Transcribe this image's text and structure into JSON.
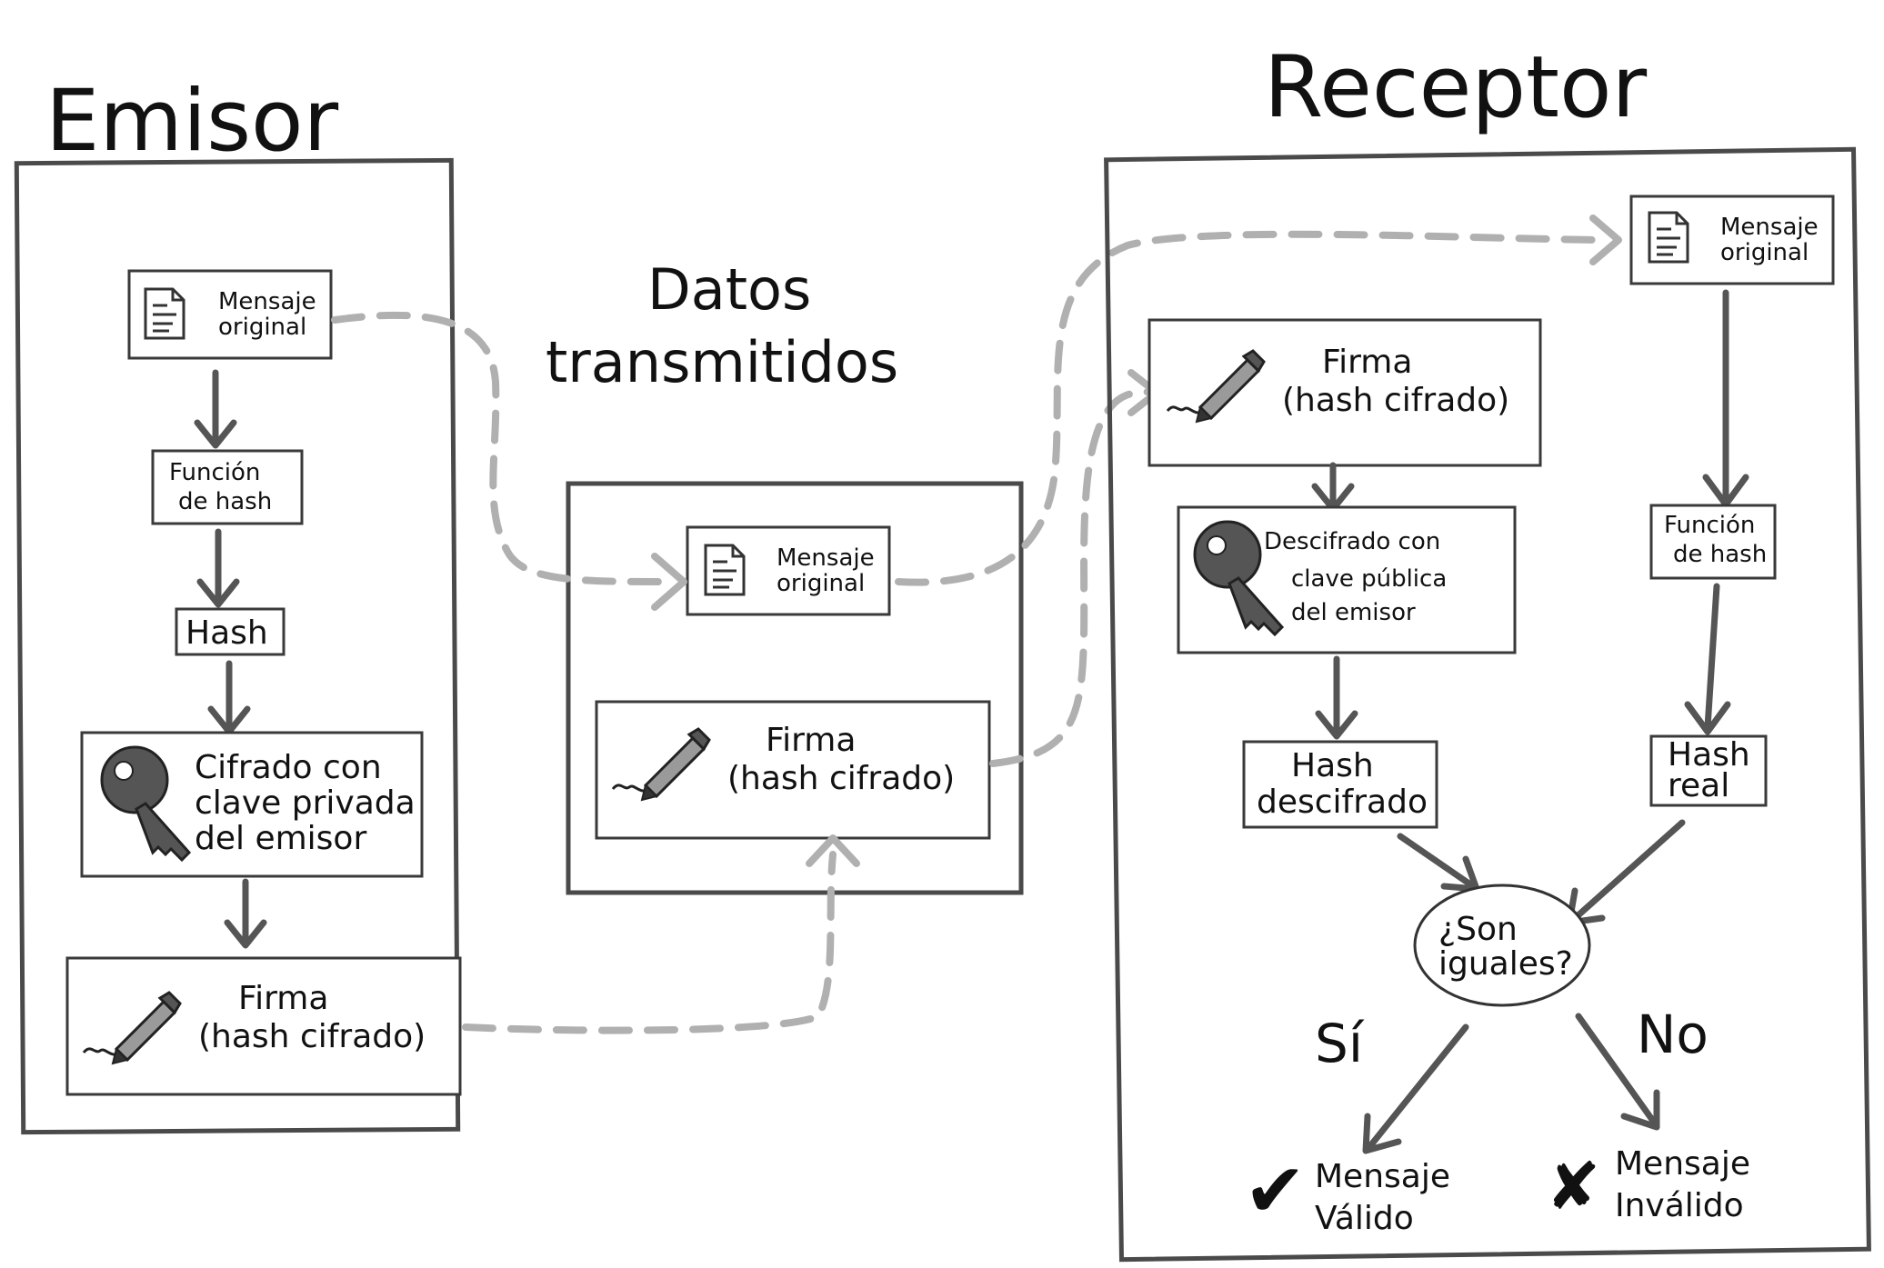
{
  "sender": {
    "title": "Emisor",
    "message": [
      "Mensaje",
      "original"
    ],
    "hash_function": [
      "Función",
      "de hash"
    ],
    "hash": "Hash",
    "encrypt": [
      "Cifrado con",
      "clave privada",
      "del emisor"
    ],
    "signature": [
      "Firma",
      "(hash cifrado)"
    ]
  },
  "transmitted": {
    "title": [
      "Datos",
      "transmitidos"
    ],
    "message": [
      "Mensaje",
      "original"
    ],
    "signature": [
      "Firma",
      "(hash cifrado)"
    ]
  },
  "receiver": {
    "title": "Receptor",
    "message": [
      "Mensaje",
      "original"
    ],
    "signature": [
      "Firma",
      "(hash cifrado)"
    ],
    "decrypt": [
      "Descifrado con",
      "clave pública",
      "del emisor"
    ],
    "decrypted_hash": [
      "Hash",
      "descifrado"
    ],
    "hash_function": [
      "Función",
      "de hash"
    ],
    "real_hash": [
      "Hash",
      "real"
    ],
    "question": [
      "¿Son",
      "iguales?"
    ],
    "yes_label": "Sí",
    "no_label": "No",
    "valid_mark": "✔",
    "valid": [
      "Mensaje",
      "Válido"
    ],
    "invalid_mark": "✘",
    "invalid": [
      "Mensaje",
      "Inválido"
    ]
  },
  "icons": {
    "document": "document-icon",
    "key": "key-icon",
    "pen": "fountain-pen-icon"
  },
  "colors": {
    "ink": "#111111",
    "solid_arrow": "#555555",
    "dashed_flow": "#b0b0b0",
    "key_fill": "#555555",
    "pen_fill": "#9a9a9a"
  }
}
